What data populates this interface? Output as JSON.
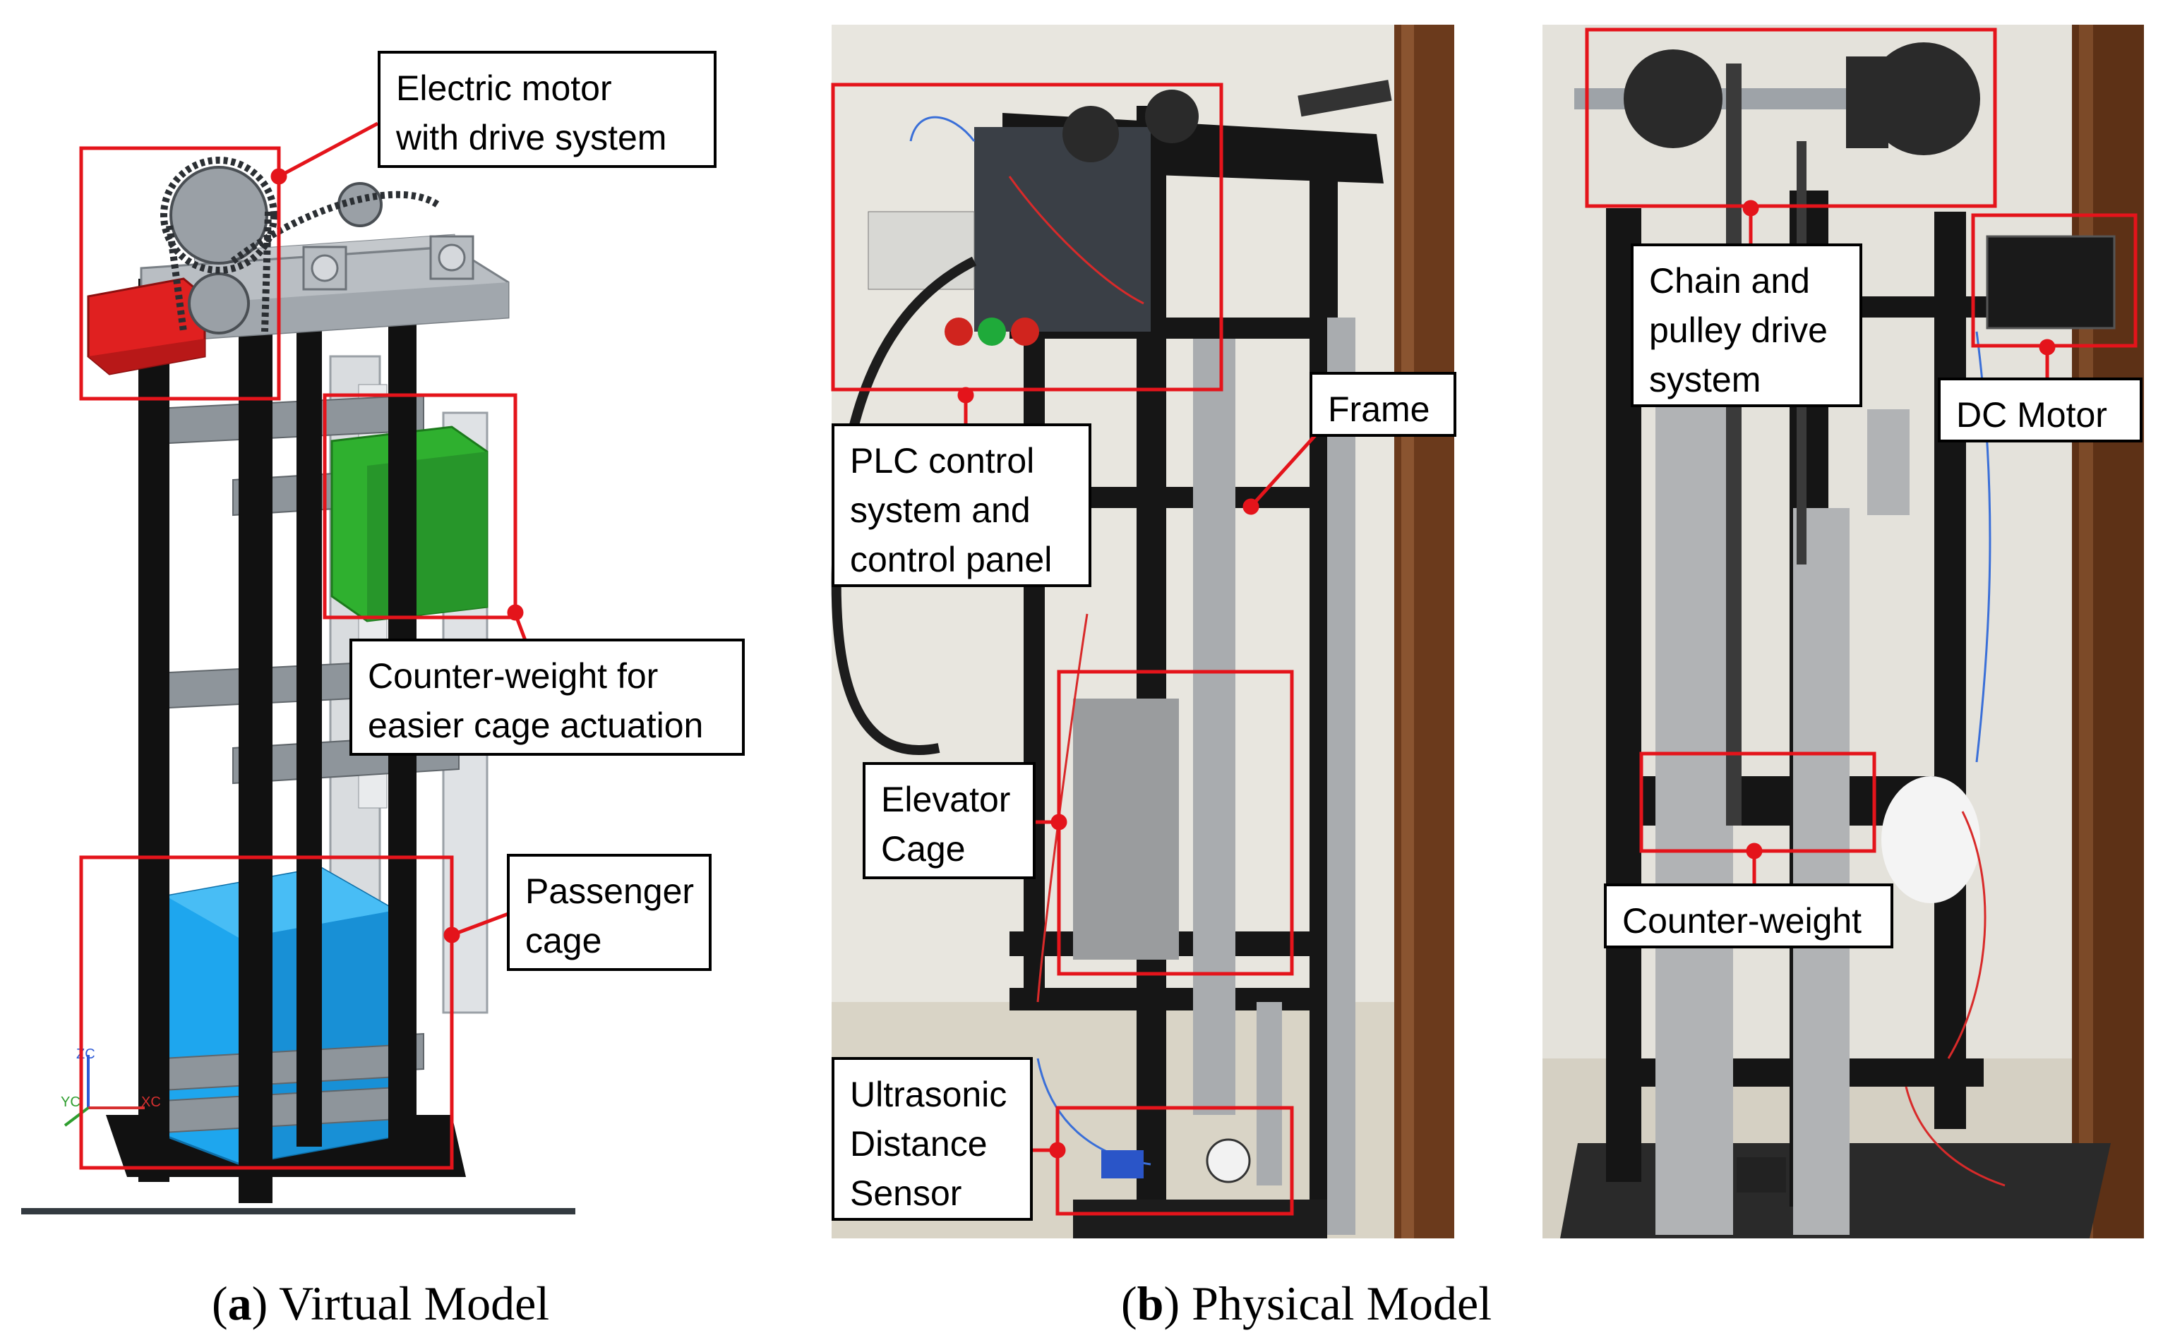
{
  "labels": {
    "motor": "Electric motor\nwith drive system",
    "counterweight_virtual": "Counter-weight for\neasier cage actuation",
    "passenger_cage": "Passenger\ncage",
    "plc": "PLC control\nsystem and\ncontrol panel",
    "frame": "Frame",
    "elevator_cage": "Elevator\nCage",
    "ultrasonic": "Ultrasonic\nDistance\nSensor",
    "chain_pulley": "Chain and\npulley drive\nsystem",
    "dc_motor": "DC Motor",
    "counterweight_physical": "Counter-weight"
  },
  "axes": {
    "z": "ZC",
    "y": "YC",
    "x": "XC"
  },
  "captions": {
    "a_letter": "a",
    "a_text": " Virtual Model",
    "b_letter": "b",
    "b_text": " Physical Model"
  },
  "colors": {
    "highlight_box": "#e4141b",
    "frame_black": "#111111",
    "cage_blue": "#1ea6ee",
    "counterweight_green": "#2fb02f",
    "motor_red": "#e02020",
    "wall": "#e8e6df",
    "wood": "#6b3a1c"
  }
}
